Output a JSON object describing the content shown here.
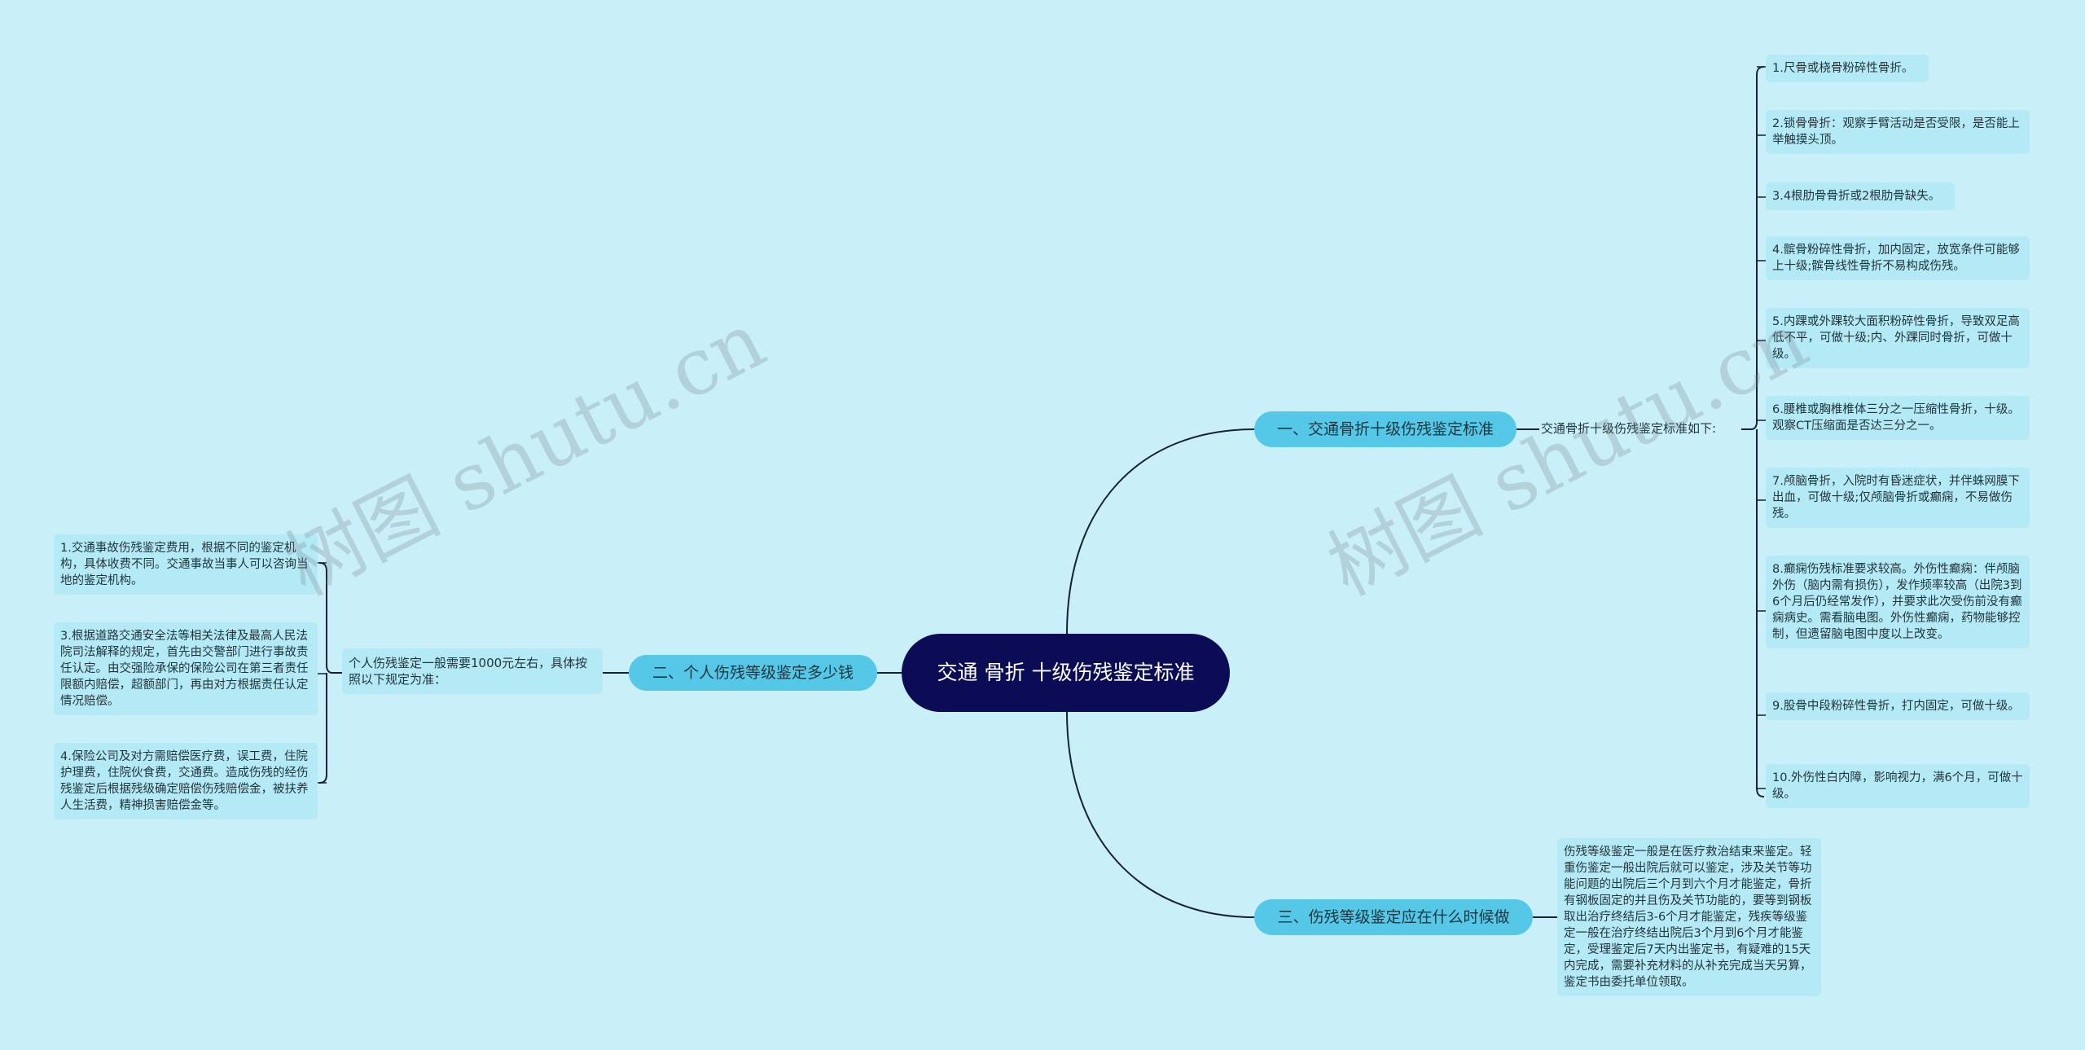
{
  "root": {
    "title": "交通 骨折 十级伤残鉴定标准"
  },
  "branches": [
    {
      "label": "一、交通骨折十级伤残鉴定标准",
      "sub": "交通骨折十级伤残鉴定标准如下:",
      "leaves": [
        "1.尺骨或桡骨粉碎性骨折。",
        "2.锁骨骨折：观察手臂活动是否受限，是否能上举触摸头顶。",
        "3.4根肋骨骨折或2根肋骨缺失。",
        "4.髌骨粉碎性骨折，加内固定，放宽条件可能够上十级;髌骨线性骨折不易构成伤残。",
        "5.内踝或外踝较大面积粉碎性骨折，导致双足高低不平，可做十级;内、外踝同时骨折，可做十级。",
        "6.腰椎或胸椎椎体三分之一压缩性骨折，十级。观察CT压缩面是否达三分之一。",
        "7.颅脑骨折，入院时有昏迷症状，并伴蛛网膜下出血，可做十级;仅颅脑骨折或癫痫，不易做伤残。",
        "8.癫痫伤残标准要求较高。外伤性癫痫：伴颅脑外伤（脑内需有损伤），发作频率较高（出院3到6个月后仍经常发作），并要求此次受伤前没有癫痫病史。需看脑电图。外伤性癫痫，药物能够控制，但遗留脑电图中度以上改变。",
        "9.股骨中段粉碎性骨折，打内固定，可做十级。",
        "10.外伤性白内障，影响视力，满6个月，可做十级。"
      ]
    },
    {
      "label": "二、个人伤残等级鉴定多少钱",
      "sub": "个人伤残鉴定一般需要1000元左右，具体按照以下规定为准：",
      "leaves": [
        "1.交通事故伤残鉴定费用，根据不同的鉴定机构，具体收费不同。交通事故当事人可以咨询当地的鉴定机构。",
        "3.根据道路交通安全法等相关法律及最高人民法院司法解释的规定，首先由交警部门进行事故责任认定。由交强险承保的保险公司在第三者责任限额内赔偿，超额部门，再由对方根据责任认定情况赔偿。",
        "4.保险公司及对方需赔偿医疗费，误工费，住院护理费，住院伙食费，交通费。造成伤残的经伤残鉴定后根据残级确定赔偿伤残赔偿金，被扶养人生活费，精神损害赔偿金等。"
      ]
    },
    {
      "label": "三、伤残等级鉴定应在什么时候做",
      "sub": "伤残等级鉴定一般是在医疗救治结束来鉴定。轻重伤鉴定一般出院后就可以鉴定，涉及关节等功能问题的出院后三个月到六个月才能鉴定，骨折有钢板固定的并且伤及关节功能的，要等到钢板取出治疗终结后3-6个月才能鉴定，残疾等级鉴定一般在治疗终结出院后3个月到6个月才能鉴定，受理鉴定后7天内出鉴定书，有疑难的15天内完成，需要补充材料的从补充完成当天另算，鉴定书由委托单位领取。"
    }
  ],
  "watermark": "树图 shutu.cn",
  "colors": {
    "background": "#c9f0f8",
    "root": "#0b0c55",
    "branch": "#54c8e6",
    "leaf": "#b4eaf6",
    "line": "#15203a"
  }
}
